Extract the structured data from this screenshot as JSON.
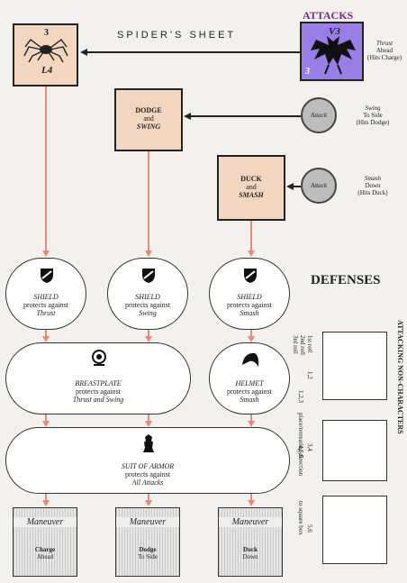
{
  "header": {
    "sheet_title": "SPIDER'S SHEET",
    "attacks_title": "ATTACKS"
  },
  "character": {
    "top_number": "3",
    "bottom_label": "L4"
  },
  "monster": {
    "top_label": "V3",
    "bottom_number": "3"
  },
  "attacks": [
    {
      "line1": "Thrust",
      "line2": "Ahead",
      "line3": "(Hits Charge)"
    },
    {
      "circle": "Attack",
      "line1": "Swing",
      "line2": "To Side",
      "line3": "(Hits Dodge)"
    },
    {
      "circle": "Attack",
      "line1": "Smash",
      "line2": "Down",
      "line3": "(Hits Duck)"
    }
  ],
  "maneuver_boxes": [
    {
      "line1": "DODGE",
      "line2": "and",
      "line3": "SWING"
    },
    {
      "line1": "DUCK",
      "line2": "and",
      "line3": "SMASH"
    }
  ],
  "defenses_title": "DEFENSES",
  "shields": [
    {
      "title": "SHIELD",
      "line1": "protects against",
      "line2": "Thrust"
    },
    {
      "title": "SHIELD",
      "line1": "protects against",
      "line2": "Swing"
    },
    {
      "title": "SHIELD",
      "line1": "protects against",
      "line2": "Smash"
    }
  ],
  "breastplate": {
    "title": "BREASTPLATE",
    "line1": "protects against",
    "line2": "Thrust and Swing"
  },
  "helmet": {
    "title": "HELMET",
    "line1": "protects against",
    "line2": "Smash"
  },
  "suit": {
    "title": "SUIT OF ARMOR",
    "line1": "protects against",
    "line2": "All Attacks"
  },
  "maneuvers": [
    {
      "title": "Maneuver",
      "line1": "Charge",
      "line2": "Ahead"
    },
    {
      "title": "Maneuver",
      "line1": "Dodge",
      "line2": "To Side"
    },
    {
      "title": "Maneuver",
      "line1": "Duck",
      "line2": "Down"
    }
  ],
  "side": {
    "vertical_title": "ATTACKING NON-CHARACTERS",
    "roll1": "1st roll",
    "roll2": "2nd roll",
    "roll3": "3rd roll",
    "r12": "1,2",
    "r123": "1,2,3",
    "r34": "3,4",
    "r456": "4,5,6",
    "r56": "5,6",
    "note1": "place/retreating direction",
    "note2": "to square box"
  },
  "colors": {
    "background": "#f3f1ee",
    "tan": "#f2d6bf",
    "purple": "#9a7ee8",
    "arrow": "#e88a76"
  }
}
